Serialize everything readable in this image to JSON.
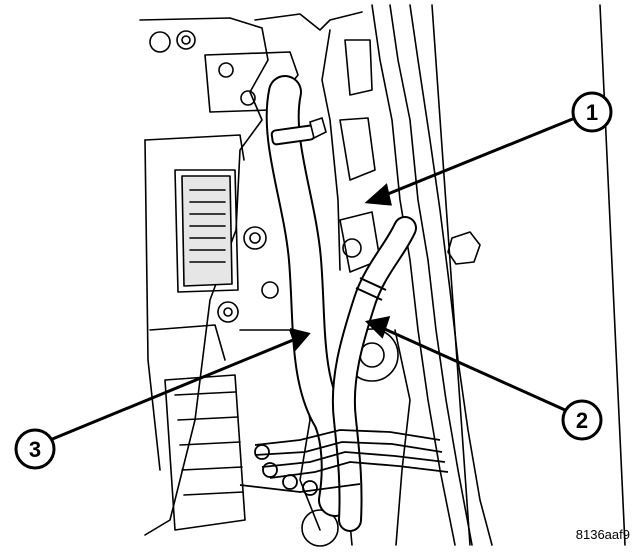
{
  "callouts": [
    {
      "label": "1"
    },
    {
      "label": "2"
    },
    {
      "label": "3"
    }
  ],
  "figure_id": "8136aaf9",
  "colors": {
    "ink": "#000000",
    "paper": "#ffffff",
    "shade": "#e6e6e6"
  }
}
